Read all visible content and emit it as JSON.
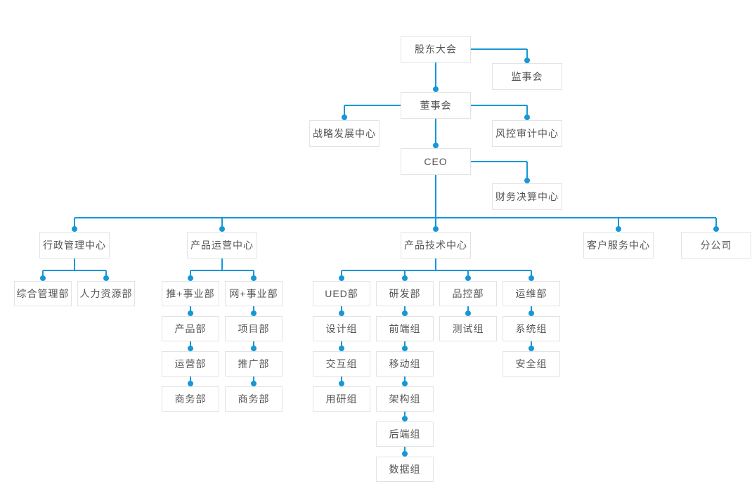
{
  "diagram": {
    "type": "org-chart",
    "colors": {
      "accent": "#1697d6",
      "box_border": "#e3e3e3",
      "text": "#555555",
      "background": "#ffffff"
    },
    "nodes": [
      {
        "id": "shareholders-meeting",
        "label": "股东大会",
        "parent": null
      },
      {
        "id": "supervisory-board",
        "label": "监事会",
        "parent": "shareholders-meeting"
      },
      {
        "id": "board-of-directors",
        "label": "董事会",
        "parent": "shareholders-meeting"
      },
      {
        "id": "strategy-development-center",
        "label": "战略发展中心",
        "parent": "board-of-directors"
      },
      {
        "id": "risk-control-audit-center",
        "label": "风控审计中心",
        "parent": "board-of-directors"
      },
      {
        "id": "ceo",
        "label": "CEO",
        "parent": "board-of-directors"
      },
      {
        "id": "finance-settlement-center",
        "label": "财务决算中心",
        "parent": "ceo"
      },
      {
        "id": "admin-management-center",
        "label": "行政管理中心",
        "parent": "ceo"
      },
      {
        "id": "product-operation-center",
        "label": "产品运营中心",
        "parent": "ceo"
      },
      {
        "id": "product-technology-center",
        "label": "产品技术中心",
        "parent": "ceo"
      },
      {
        "id": "customer-service-center",
        "label": "客户服务中心",
        "parent": "ceo"
      },
      {
        "id": "branch-company",
        "label": "分公司",
        "parent": "ceo"
      },
      {
        "id": "general-management-dept",
        "label": "综合管理部",
        "parent": "admin-management-center"
      },
      {
        "id": "human-resources-dept",
        "label": "人力资源部",
        "parent": "admin-management-center"
      },
      {
        "id": "tui-plus-division",
        "label": "推+事业部",
        "parent": "product-operation-center"
      },
      {
        "id": "wang-plus-division",
        "label": "网+事业部",
        "parent": "product-operation-center"
      },
      {
        "id": "product-dept",
        "label": "产品部",
        "parent": "tui-plus-division"
      },
      {
        "id": "operation-dept",
        "label": "运营部",
        "parent": "product-dept"
      },
      {
        "id": "business-dept-tui",
        "label": "商务部",
        "parent": "operation-dept"
      },
      {
        "id": "project-dept",
        "label": "项目部",
        "parent": "wang-plus-division"
      },
      {
        "id": "promotion-dept",
        "label": "推广部",
        "parent": "project-dept"
      },
      {
        "id": "business-dept-wang",
        "label": "商务部",
        "parent": "promotion-dept"
      },
      {
        "id": "ued-dept",
        "label": "UED部",
        "parent": "product-technology-center"
      },
      {
        "id": "rnd-dept",
        "label": "研发部",
        "parent": "product-technology-center"
      },
      {
        "id": "quality-control-dept",
        "label": "品控部",
        "parent": "product-technology-center"
      },
      {
        "id": "ops-maintenance-dept",
        "label": "运维部",
        "parent": "product-technology-center"
      },
      {
        "id": "design-group",
        "label": "设计组",
        "parent": "ued-dept"
      },
      {
        "id": "interaction-group",
        "label": "交互组",
        "parent": "design-group"
      },
      {
        "id": "user-research-group",
        "label": "用研组",
        "parent": "interaction-group"
      },
      {
        "id": "frontend-group",
        "label": "前端组",
        "parent": "rnd-dept"
      },
      {
        "id": "mobile-group",
        "label": "移动组",
        "parent": "frontend-group"
      },
      {
        "id": "architecture-group",
        "label": "架构组",
        "parent": "mobile-group"
      },
      {
        "id": "backend-group",
        "label": "后端组",
        "parent": "architecture-group"
      },
      {
        "id": "data-group",
        "label": "数据组",
        "parent": "backend-group"
      },
      {
        "id": "testing-group",
        "label": "测试组",
        "parent": "quality-control-dept"
      },
      {
        "id": "system-group",
        "label": "系统组",
        "parent": "ops-maintenance-dept"
      },
      {
        "id": "security-group",
        "label": "安全组",
        "parent": "system-group"
      }
    ]
  }
}
